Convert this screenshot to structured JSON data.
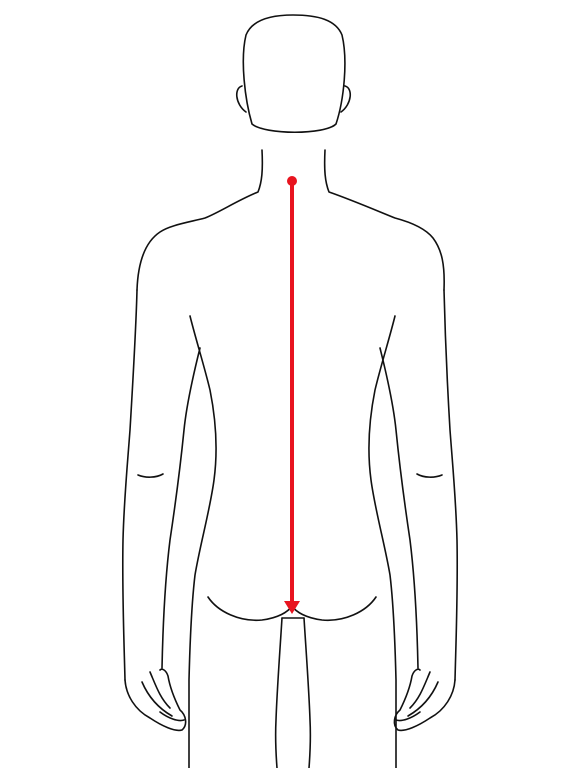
{
  "figure": {
    "subject": "back-view-body-outline",
    "measurement": {
      "name": "back-length",
      "start": "nape-of-neck",
      "end": "waist-back",
      "color": "#e8141f"
    },
    "outline_color": "#111111",
    "background": "#ffffff"
  }
}
